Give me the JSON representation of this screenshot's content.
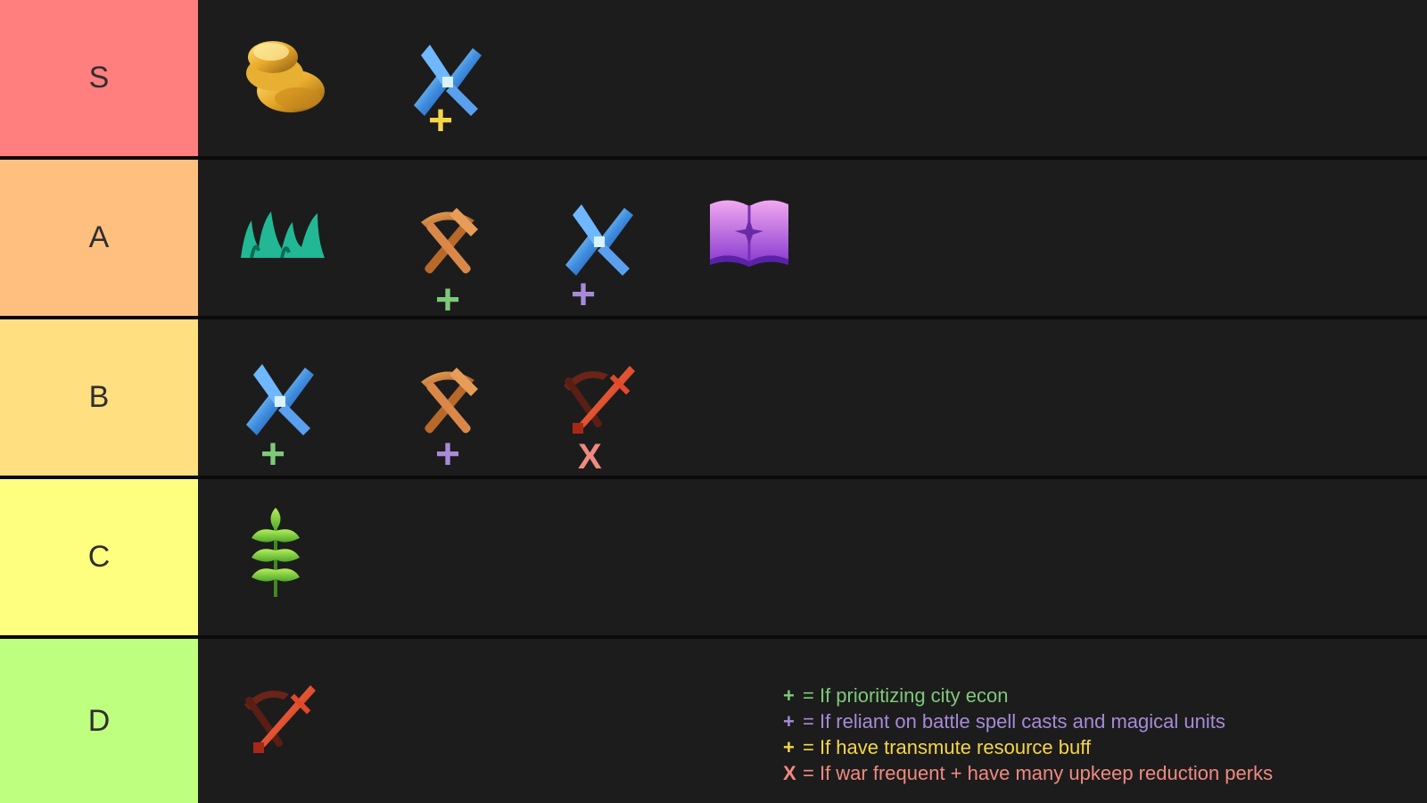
{
  "colors": {
    "tier_S": "#ff7f7f",
    "tier_A": "#ffbf7f",
    "tier_B": "#ffdf80",
    "tier_C": "#ffff7f",
    "tier_D": "#bfff7f",
    "row_bg": "#1c1c1c",
    "separator": "#0b0b0b",
    "mod_green": "#7ec97a",
    "mod_purple": "#a78bd8",
    "mod_yellow": "#f5d54a",
    "mod_red": "#f08a80"
  },
  "tiers": [
    {
      "label": "S",
      "items": [
        {
          "icon": "gold-coins-icon",
          "modifier": null
        },
        {
          "icon": "mana-crystal-icon",
          "modifier": "+",
          "modifier_color": "yellow"
        }
      ]
    },
    {
      "label": "A",
      "items": [
        {
          "icon": "teal-grass-icon",
          "modifier": null
        },
        {
          "icon": "pickaxe-hammer-icon",
          "modifier": "+",
          "modifier_color": "green"
        },
        {
          "icon": "mana-crystal-icon",
          "modifier": "+",
          "modifier_color": "purple"
        },
        {
          "icon": "spellbook-icon",
          "modifier": null
        }
      ]
    },
    {
      "label": "B",
      "items": [
        {
          "icon": "mana-crystal-icon",
          "modifier": "+",
          "modifier_color": "green"
        },
        {
          "icon": "pickaxe-hammer-icon",
          "modifier": "+",
          "modifier_color": "purple"
        },
        {
          "icon": "sword-pickaxe-icon",
          "modifier": "X",
          "modifier_color": "red"
        }
      ]
    },
    {
      "label": "C",
      "items": [
        {
          "icon": "wheat-leaf-icon",
          "modifier": null
        }
      ]
    },
    {
      "label": "D",
      "items": [
        {
          "icon": "sword-pickaxe-icon",
          "modifier": null
        }
      ]
    }
  ],
  "legend": [
    {
      "symbol": "+",
      "text": "= If prioritizing city econ",
      "color": "#7ec97a"
    },
    {
      "symbol": "+",
      "text": "= If reliant on battle spell casts and magical units",
      "color": "#a78bd8"
    },
    {
      "symbol": "+",
      "text": "= If have transmute resource buff",
      "color": "#f5d54a"
    },
    {
      "symbol": "X",
      "text": "= If war frequent + have many upkeep reduction perks",
      "color": "#f08a80"
    }
  ]
}
